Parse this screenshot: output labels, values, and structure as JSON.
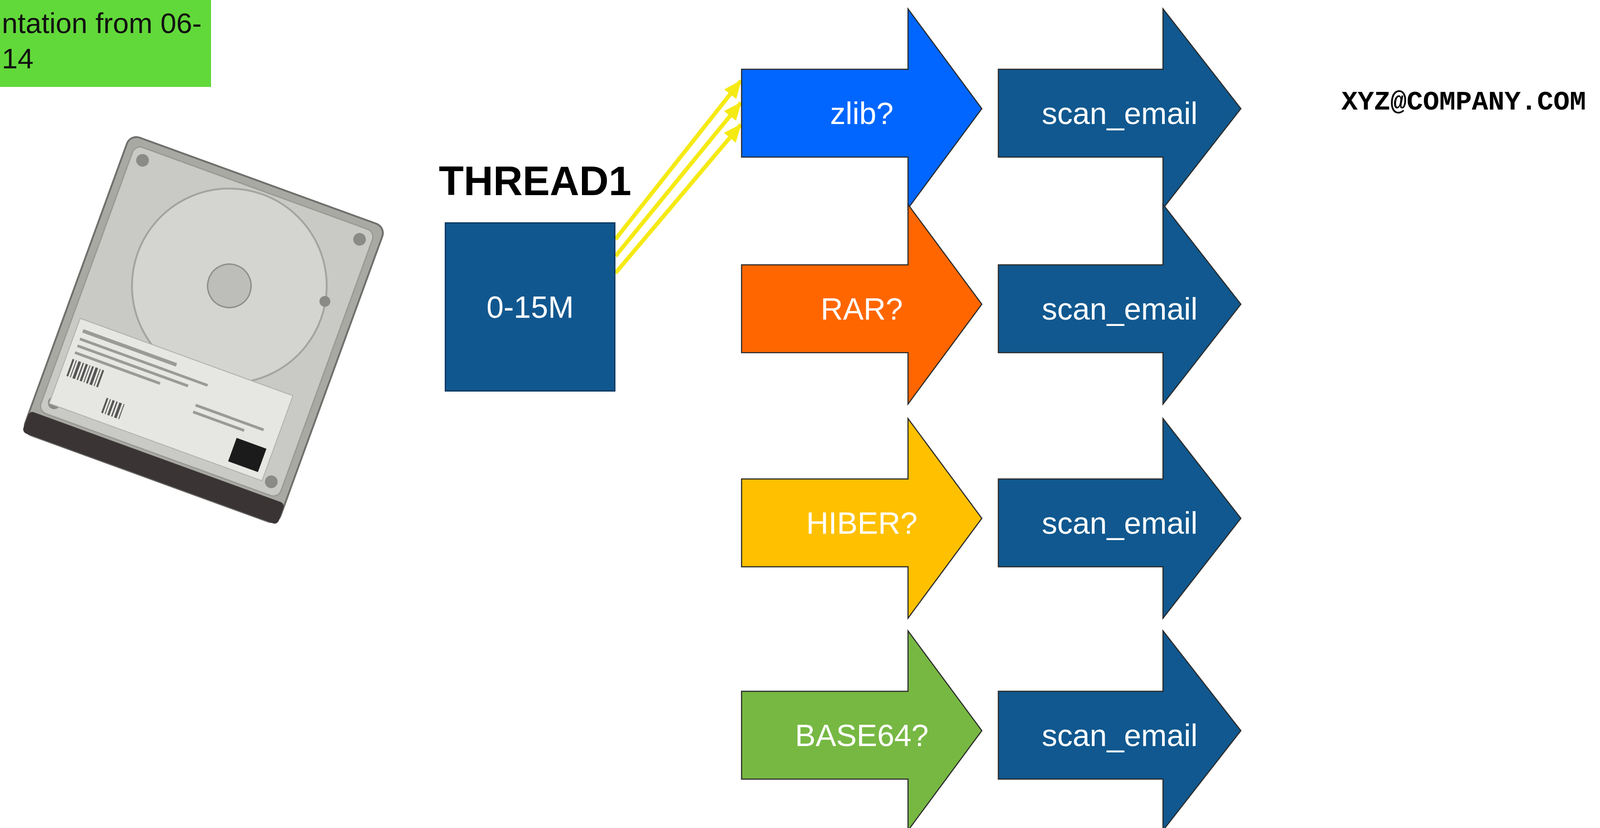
{
  "diagram": {
    "nodes": [
      {
        "text": [
          "ntation from 06-14"
        ]
      },
      {
        "text": [
          "THREAD1",
          "0-15M"
        ]
      },
      {
        "text": [
          "zlib?"
        ]
      },
      {
        "text": [
          "scan_email"
        ]
      },
      {
        "text": [
          "RAR?"
        ]
      },
      {
        "text": [
          "scan_email"
        ]
      },
      {
        "text": [
          "HIBER?"
        ]
      },
      {
        "text": [
          "scan_email"
        ]
      },
      {
        "text": [
          "BASE64?"
        ]
      },
      {
        "text": [
          "scan_email"
        ]
      }
    ],
    "edges": [
      {
        "from": 1,
        "to": 2,
        "arrow": "to"
      },
      {
        "from": 1,
        "to": 2,
        "arrow": "to"
      },
      {
        "from": 1,
        "to": 2,
        "arrow": "to"
      }
    ],
    "labels": [
      "XYZ@COMPANY.COM"
    ]
  }
}
